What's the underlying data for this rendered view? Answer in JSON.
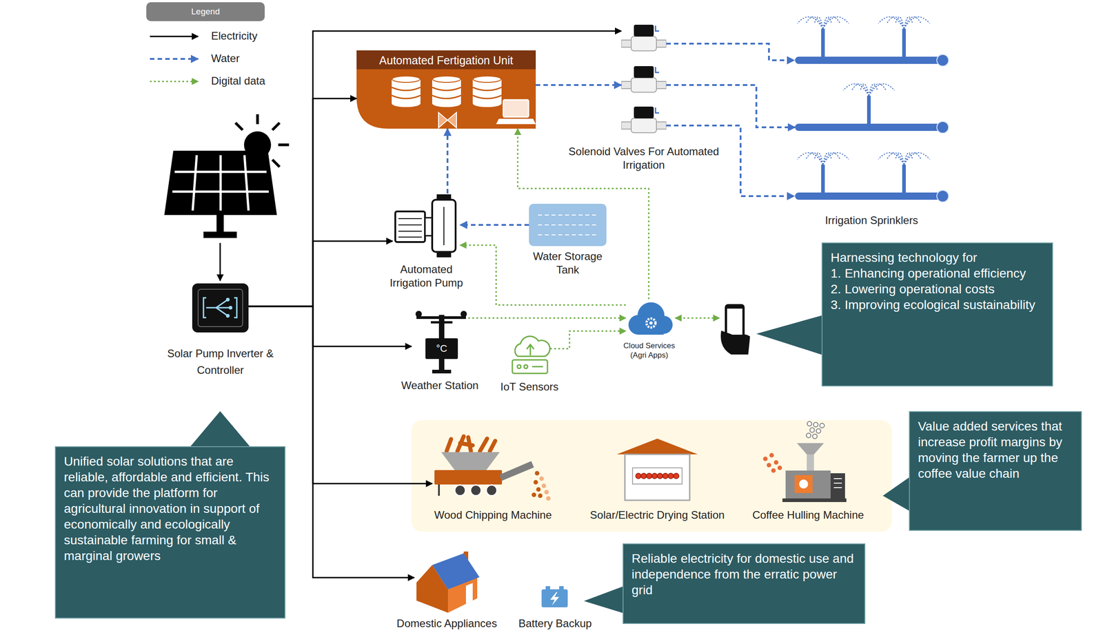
{
  "diagram": {
    "nodes": [
      {
        "text": [
          "Automated Fertigation Unit"
        ]
      },
      {
        "text": [
          "Solenoid Valves For Automated Irrigation"
        ]
      },
      {
        "text": [
          "Irrigation Sprinklers"
        ]
      },
      {
        "text": [
          "Automated Irrigation Pump"
        ]
      },
      {
        "text": [
          "Water Storage Tank"
        ]
      },
      {
        "text": [
          "Solar Pump Inverter & Controller"
        ]
      },
      {
        "text": [
          "Cloud Services (Agri Apps)"
        ]
      },
      {
        "text": [
          "Harnessing technology for",
          "1. Enhancing operational efficiency",
          "2. Lowering operational costs",
          "3. Improving ecological sustainability"
        ]
      },
      {
        "text": [
          "Weather Station"
        ]
      },
      {
        "text": [
          "IoT Sensors"
        ]
      },
      {
        "text": [
          "Wood Chipping Machine"
        ]
      },
      {
        "text": [
          "Solar/Electric Drying Station"
        ]
      },
      {
        "text": [
          "Coffee Hulling Machine"
        ]
      },
      {
        "text": [
          "Value added services that increase profit margins by moving the farmer up the coffee value chain"
        ]
      },
      {
        "text": [
          "Unified solar solutions that are reliable, affordable and efficient. This can provide the platform for agricultural innovation in support of economically and ecologically sustainable farming for small & marginal growers"
        ]
      },
      {
        "text": [
          "Domestic Appliances"
        ]
      },
      {
        "text": [
          "Battery Backup"
        ]
      },
      {
        "text": [
          "Reliable electricity for domestic use and independence from the erratic power grid"
        ]
      }
    ],
    "edges": [
      {
        "from": 5,
        "to": 1,
        "arrow": "to"
      },
      {
        "from": 5,
        "to": 0,
        "arrow": "to"
      },
      {
        "from": 5,
        "to": 3,
        "arrow": "to"
      },
      {
        "from": 5,
        "to": 8,
        "arrow": "to"
      },
      {
        "from": 5,
        "to": 10,
        "arrow": "to"
      },
      {
        "from": 5,
        "to": 15,
        "arrow": "to"
      },
      {
        "from": 0,
        "to": 1,
        "arrow": "to"
      },
      {
        "from": 1,
        "to": 2,
        "arrow": "to"
      },
      {
        "from": 4,
        "to": 3,
        "arrow": "to"
      },
      {
        "from": 3,
        "to": 0,
        "arrow": "to"
      },
      {
        "from": 6,
        "to": 0,
        "arrow": "to"
      },
      {
        "from": 6,
        "to": 3,
        "arrow": "to"
      },
      {
        "from": 8,
        "to": 6,
        "arrow": "to"
      },
      {
        "from": 9,
        "to": 6,
        "arrow": "to"
      }
    ],
    "labels": [
      "Legend",
      "°C"
    ],
    "legend": [
      {
        "text": "Electricity"
      },
      {
        "text": "Water"
      },
      {
        "text": "Digital data"
      }
    ]
  }
}
